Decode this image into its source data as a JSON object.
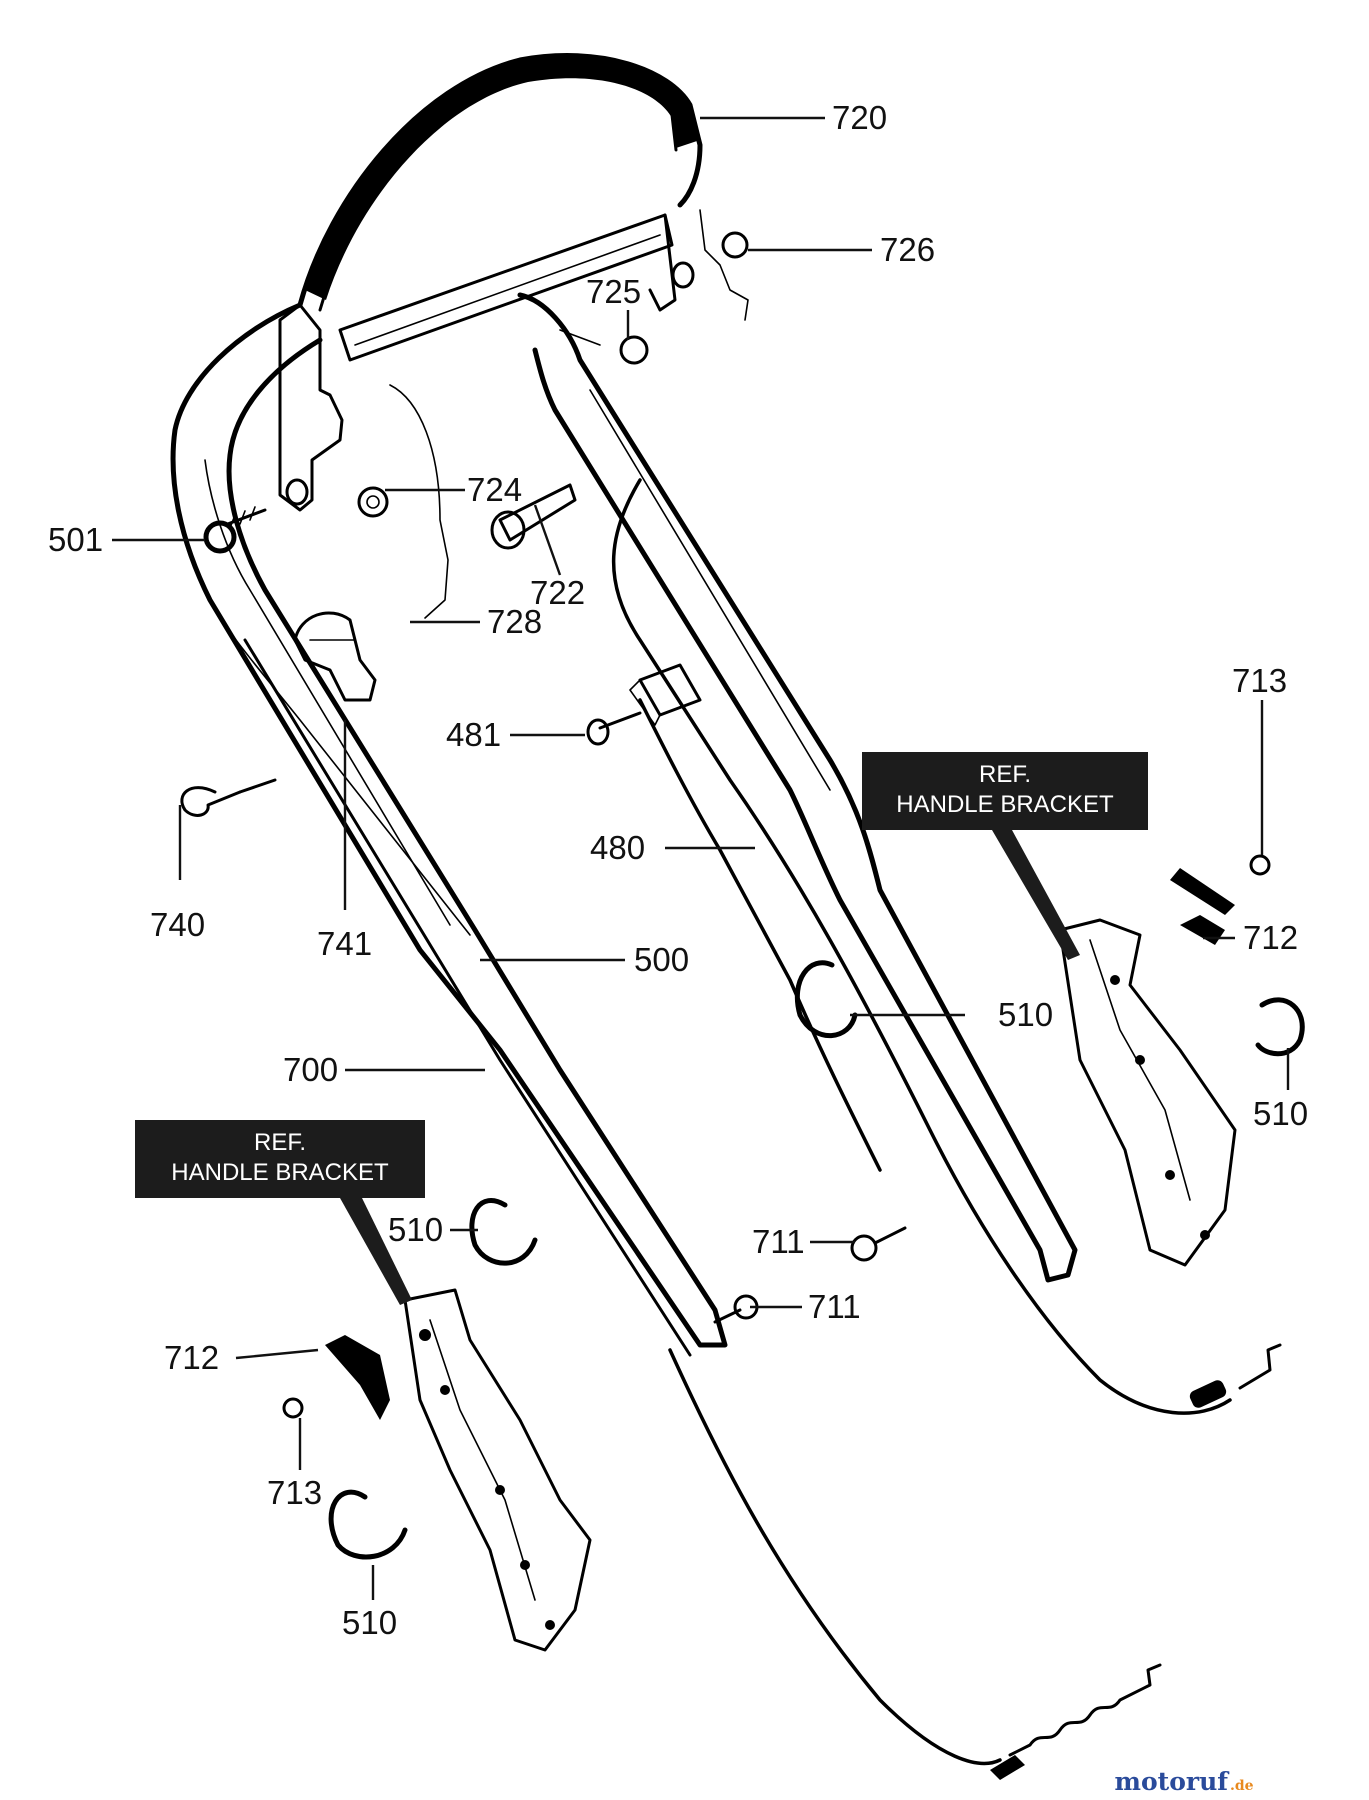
{
  "diagram": {
    "part_labels": {
      "l720": "720",
      "l726": "726",
      "l725": "725",
      "l724": "724",
      "l501": "501",
      "l722": "722",
      "l728": "728",
      "l713a": "713",
      "l481": "481",
      "l740": "740",
      "l741": "741",
      "l480": "480",
      "l712a": "712",
      "l500": "500",
      "l510a": "510",
      "l700": "700",
      "l510b": "510",
      "l510c": "510",
      "l711a": "711",
      "l711b": "711",
      "l712b": "712",
      "l713b": "713",
      "l510d": "510"
    },
    "callouts": {
      "right": {
        "line1": "REF.",
        "line2": "HANDLE BRACKET"
      },
      "left": {
        "line1": "REF.",
        "line2": "HANDLE BRACKET"
      }
    },
    "colors": {
      "ink": "#000000",
      "callout_fill": "#1c1c1c",
      "brand_blue": "#2a4b9b",
      "brand_orange": "#e8891e"
    }
  },
  "watermark": {
    "main": "motoruf",
    "suffix": ".de"
  }
}
